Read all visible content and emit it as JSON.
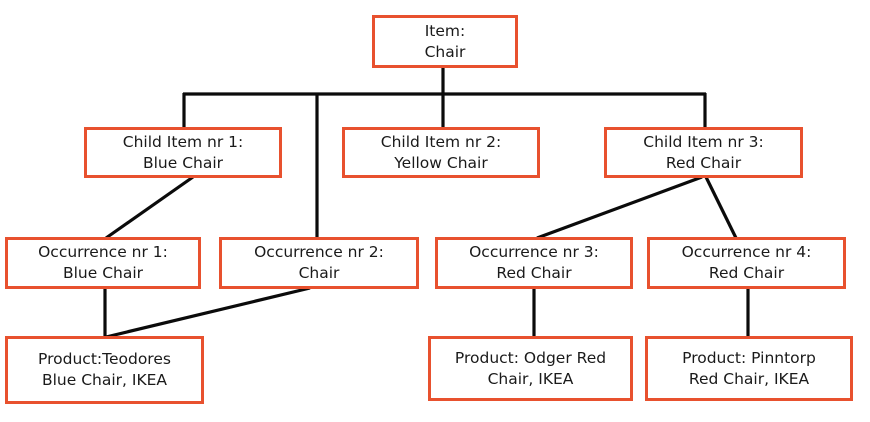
{
  "diagram": {
    "type": "tree",
    "colors": {
      "box_border": "#E8512E",
      "connector": "#0B0B0B",
      "text": "#1A1A1A",
      "background": "#FFFFFF"
    },
    "nodes": [
      {
        "id": "item",
        "line1": "Item:",
        "line2": "Chair"
      },
      {
        "id": "child-1",
        "line1": "Child Item nr 1:",
        "line2": "Blue Chair"
      },
      {
        "id": "child-2",
        "line1": "Child Item nr 2:",
        "line2": "Yellow Chair"
      },
      {
        "id": "child-3",
        "line1": "Child Item nr 3:",
        "line2": "Red Chair"
      },
      {
        "id": "occurrence-1",
        "line1": "Occurrence nr 1:",
        "line2": "Blue Chair"
      },
      {
        "id": "occurrence-2",
        "line1": "Occurrence nr 2:",
        "line2": "Chair"
      },
      {
        "id": "occurrence-3",
        "line1": "Occurrence nr 3:",
        "line2": "Red Chair"
      },
      {
        "id": "occurrence-4",
        "line1": "Occurrence nr 4:",
        "line2": "Red Chair"
      },
      {
        "id": "product-1",
        "line1": "Product:Teodores",
        "line2": "Blue Chair, IKEA"
      },
      {
        "id": "product-2",
        "line1": "Product: Odger Red",
        "line2": "Chair, IKEA"
      },
      {
        "id": "product-3",
        "line1": "Product: Pinntorp",
        "line2": "Red Chair, IKEA"
      }
    ],
    "edges": [
      {
        "from": "item",
        "to": "child-1"
      },
      {
        "from": "item",
        "to": "child-2"
      },
      {
        "from": "item",
        "to": "child-3"
      },
      {
        "from": "item",
        "to": "occurrence-2"
      },
      {
        "from": "child-1",
        "to": "occurrence-1"
      },
      {
        "from": "child-3",
        "to": "occurrence-3"
      },
      {
        "from": "child-3",
        "to": "occurrence-4"
      },
      {
        "from": "occurrence-1",
        "to": "product-1"
      },
      {
        "from": "occurrence-2",
        "to": "product-1"
      },
      {
        "from": "occurrence-3",
        "to": "product-2"
      },
      {
        "from": "occurrence-4",
        "to": "product-3"
      }
    ]
  }
}
